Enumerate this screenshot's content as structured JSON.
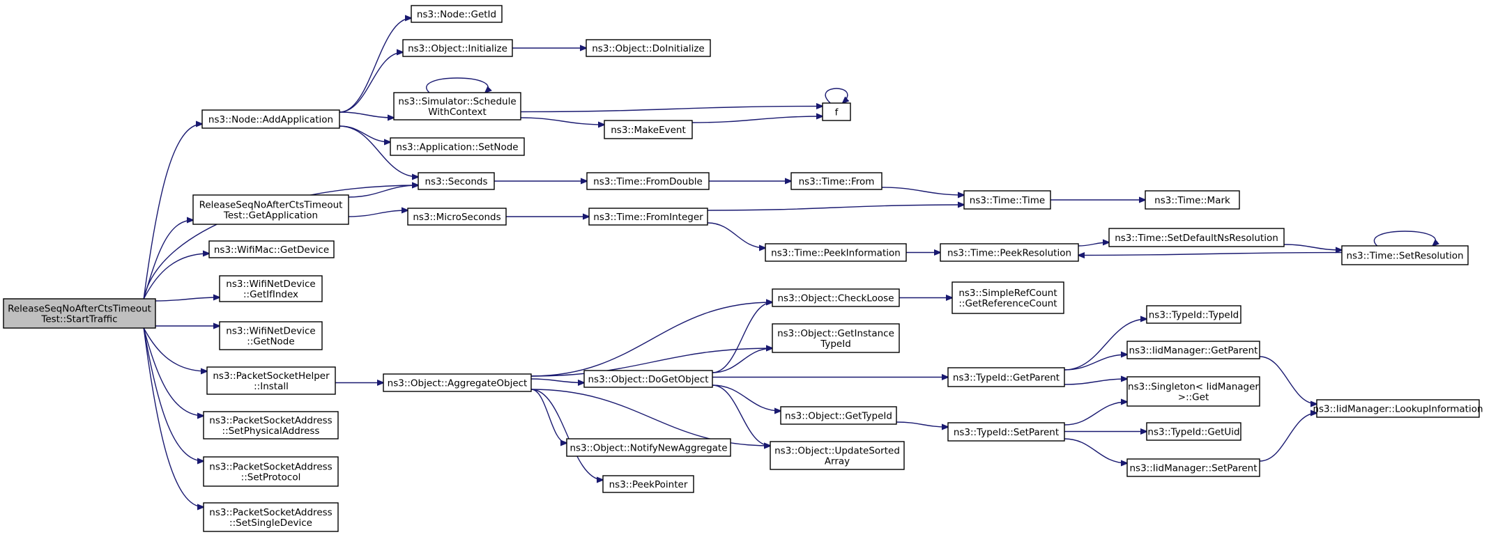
{
  "colors": {
    "edge": "#191970",
    "root_fill": "#bfbfbf",
    "node_fill": "#ffffff",
    "node_stroke": "#000000"
  },
  "nodes": [
    {
      "id": "start",
      "lines": [
        "ReleaseSeqNoAfterCtsTimeout",
        "Test::StartTraffic"
      ],
      "root": true
    },
    {
      "id": "getid",
      "lines": [
        "ns3::Node::GetId"
      ]
    },
    {
      "id": "init",
      "lines": [
        "ns3::Object::Initialize"
      ]
    },
    {
      "id": "doinit",
      "lines": [
        "ns3::Object::DoInitialize"
      ]
    },
    {
      "id": "sched",
      "lines": [
        "ns3::Simulator::Schedule",
        "WithContext"
      ]
    },
    {
      "id": "f",
      "lines": [
        "f"
      ]
    },
    {
      "id": "addapp",
      "lines": [
        "ns3::Node::AddApplication"
      ]
    },
    {
      "id": "makeevent",
      "lines": [
        "ns3::MakeEvent"
      ]
    },
    {
      "id": "setnode",
      "lines": [
        "ns3::Application::SetNode"
      ]
    },
    {
      "id": "seconds",
      "lines": [
        "ns3::Seconds"
      ]
    },
    {
      "id": "fromdouble",
      "lines": [
        "ns3::Time::FromDouble"
      ]
    },
    {
      "id": "from",
      "lines": [
        "ns3::Time::From"
      ]
    },
    {
      "id": "getapp",
      "lines": [
        "ReleaseSeqNoAfterCtsTimeout",
        "Test::GetApplication"
      ]
    },
    {
      "id": "time",
      "lines": [
        "ns3::Time::Time"
      ]
    },
    {
      "id": "mark",
      "lines": [
        "ns3::Time::Mark"
      ]
    },
    {
      "id": "micro",
      "lines": [
        "ns3::MicroSeconds"
      ]
    },
    {
      "id": "frominteger",
      "lines": [
        "ns3::Time::FromInteger"
      ]
    },
    {
      "id": "setdefault",
      "lines": [
        "ns3::Time::SetDefaultNsResolution"
      ]
    },
    {
      "id": "peekinfo",
      "lines": [
        "ns3::Time::PeekInformation"
      ]
    },
    {
      "id": "peekres",
      "lines": [
        "ns3::Time::PeekResolution"
      ]
    },
    {
      "id": "setres",
      "lines": [
        "ns3::Time::SetResolution"
      ]
    },
    {
      "id": "getdevice",
      "lines": [
        "ns3::WifiMac::GetDevice"
      ]
    },
    {
      "id": "getifindex",
      "lines": [
        "ns3::WifiNetDevice",
        "::GetIfIndex"
      ]
    },
    {
      "id": "checkloose",
      "lines": [
        "ns3::Object::CheckLoose"
      ]
    },
    {
      "id": "getrefcount",
      "lines": [
        "ns3::SimpleRefCount",
        "::GetReferenceCount"
      ]
    },
    {
      "id": "typeidctor",
      "lines": [
        "ns3::TypeId::TypeId"
      ]
    },
    {
      "id": "getnode",
      "lines": [
        "ns3::WifiNetDevice",
        "::GetNode"
      ]
    },
    {
      "id": "getinstance",
      "lines": [
        "ns3::Object::GetInstance",
        "TypeId"
      ]
    },
    {
      "id": "iidgetparent",
      "lines": [
        "ns3::IidManager::GetParent"
      ]
    },
    {
      "id": "install",
      "lines": [
        "ns3::PacketSocketHelper",
        "::Install"
      ]
    },
    {
      "id": "aggregate",
      "lines": [
        "ns3::Object::AggregateObject"
      ]
    },
    {
      "id": "dogetobject",
      "lines": [
        "ns3::Object::DoGetObject"
      ]
    },
    {
      "id": "tidgetparent",
      "lines": [
        "ns3::TypeId::GetParent"
      ]
    },
    {
      "id": "singleton",
      "lines": [
        "ns3::Singleton< IidManager",
        " >::Get"
      ]
    },
    {
      "id": "lookup",
      "lines": [
        "ns3::IidManager::LookupInformation"
      ]
    },
    {
      "id": "gettypeid",
      "lines": [
        "ns3::Object::GetTypeId"
      ]
    },
    {
      "id": "setphys",
      "lines": [
        "ns3::PacketSocketAddress",
        "::SetPhysicalAddress"
      ]
    },
    {
      "id": "tidsetparent",
      "lines": [
        "ns3::TypeId::SetParent"
      ]
    },
    {
      "id": "getuid",
      "lines": [
        "ns3::TypeId::GetUid"
      ]
    },
    {
      "id": "notify",
      "lines": [
        "ns3::Object::NotifyNewAggregate"
      ]
    },
    {
      "id": "updatesorted",
      "lines": [
        "ns3::Object::UpdateSorted",
        "Array"
      ]
    },
    {
      "id": "iidsetparent",
      "lines": [
        "ns3::IidManager::SetParent"
      ]
    },
    {
      "id": "setprotocol",
      "lines": [
        "ns3::PacketSocketAddress",
        "::SetProtocol"
      ]
    },
    {
      "id": "peekpointer",
      "lines": [
        "ns3::PeekPointer"
      ]
    },
    {
      "id": "setsingle",
      "lines": [
        "ns3::PacketSocketAddress",
        "::SetSingleDevice"
      ]
    }
  ],
  "edges": [
    [
      "start",
      "addapp"
    ],
    [
      "start",
      "seconds"
    ],
    [
      "start",
      "getapp"
    ],
    [
      "start",
      "getdevice"
    ],
    [
      "start",
      "getifindex"
    ],
    [
      "start",
      "getnode"
    ],
    [
      "start",
      "install"
    ],
    [
      "start",
      "setphys"
    ],
    [
      "start",
      "setprotocol"
    ],
    [
      "start",
      "setsingle"
    ],
    [
      "addapp",
      "getid"
    ],
    [
      "addapp",
      "init"
    ],
    [
      "addapp",
      "sched"
    ],
    [
      "addapp",
      "setnode"
    ],
    [
      "addapp",
      "seconds"
    ],
    [
      "init",
      "doinit"
    ],
    [
      "sched",
      "sched"
    ],
    [
      "sched",
      "f"
    ],
    [
      "sched",
      "makeevent"
    ],
    [
      "makeevent",
      "f"
    ],
    [
      "f",
      "f"
    ],
    [
      "seconds",
      "fromdouble"
    ],
    [
      "fromdouble",
      "from"
    ],
    [
      "from",
      "time"
    ],
    [
      "time",
      "mark"
    ],
    [
      "getapp",
      "seconds"
    ],
    [
      "getapp",
      "micro"
    ],
    [
      "micro",
      "frominteger"
    ],
    [
      "frominteger",
      "time"
    ],
    [
      "frominteger",
      "peekinfo"
    ],
    [
      "peekinfo",
      "peekres"
    ],
    [
      "peekres",
      "setdefault"
    ],
    [
      "setdefault",
      "setres"
    ],
    [
      "setres",
      "peekres"
    ],
    [
      "setres",
      "setres"
    ],
    [
      "install",
      "aggregate"
    ],
    [
      "aggregate",
      "checkloose"
    ],
    [
      "aggregate",
      "getinstance"
    ],
    [
      "aggregate",
      "dogetobject"
    ],
    [
      "aggregate",
      "notify"
    ],
    [
      "aggregate",
      "updatesorted"
    ],
    [
      "aggregate",
      "peekpointer"
    ],
    [
      "dogetobject",
      "checkloose"
    ],
    [
      "dogetobject",
      "getinstance"
    ],
    [
      "dogetobject",
      "tidgetparent"
    ],
    [
      "dogetobject",
      "gettypeid"
    ],
    [
      "dogetobject",
      "updatesorted"
    ],
    [
      "checkloose",
      "getrefcount"
    ],
    [
      "tidgetparent",
      "typeidctor"
    ],
    [
      "tidgetparent",
      "iidgetparent"
    ],
    [
      "tidgetparent",
      "singleton"
    ],
    [
      "iidgetparent",
      "lookup"
    ],
    [
      "gettypeid",
      "tidsetparent"
    ],
    [
      "tidsetparent",
      "singleton"
    ],
    [
      "tidsetparent",
      "getuid"
    ],
    [
      "tidsetparent",
      "iidsetparent"
    ],
    [
      "iidsetparent",
      "lookup"
    ]
  ]
}
